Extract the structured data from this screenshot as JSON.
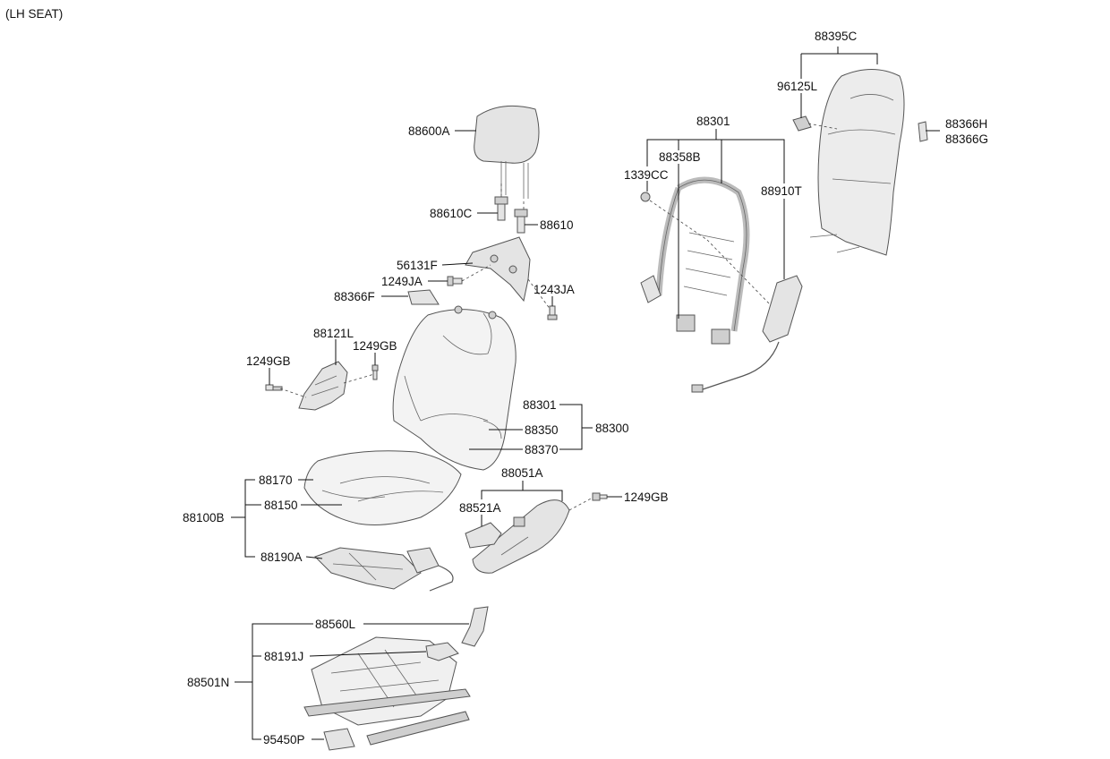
{
  "header": "(LH SEAT)",
  "labels": {
    "p88395C": "88395C",
    "p96125L": "96125L",
    "p88366H": "88366H",
    "p88366G": "88366G",
    "p88301_top": "88301",
    "p88358B": "88358B",
    "p1339CC": "1339CC",
    "p88910T": "88910T",
    "p88600A": "88600A",
    "p88610C": "88610C",
    "p88610": "88610",
    "p56131F": "56131F",
    "p1249JA": "1249JA",
    "p88366F": "88366F",
    "p1243JA": "1243JA",
    "p88121L": "88121L",
    "p1249GB_a": "1249GB",
    "p1249GB_b": "1249GB",
    "p88301_mid": "88301",
    "p88350": "88350",
    "p88370": "88370",
    "p88300": "88300",
    "p88051A": "88051A",
    "p1249GB_c": "1249GB",
    "p88521A": "88521A",
    "p88170": "88170",
    "p88150": "88150",
    "p88100B": "88100B",
    "p88190A": "88190A",
    "p88560L": "88560L",
    "p88191J": "88191J",
    "p88501N": "88501N",
    "p95450P": "95450P"
  }
}
